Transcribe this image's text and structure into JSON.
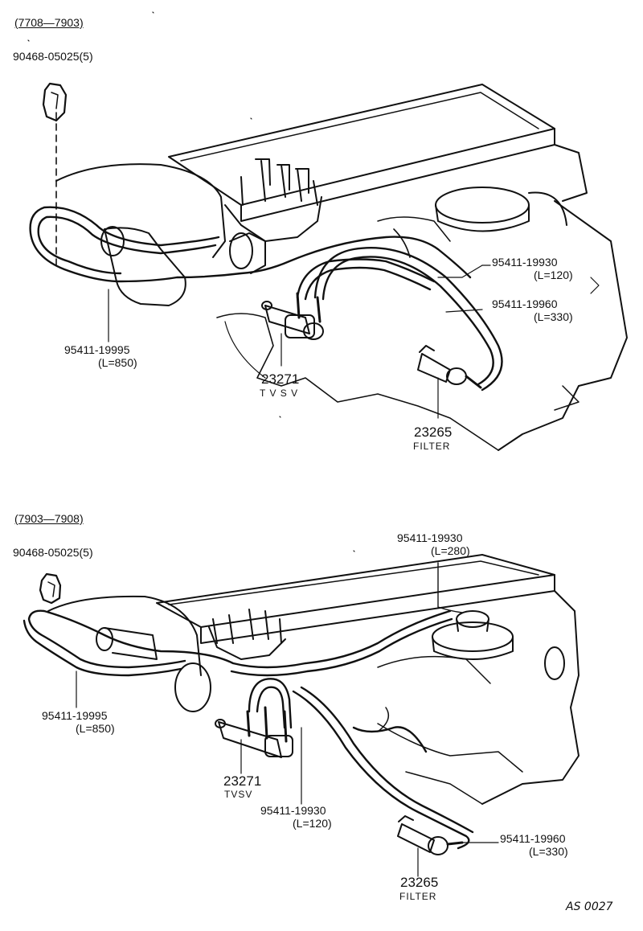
{
  "diagrams": [
    {
      "period": "(7708—7903)",
      "clip": "90468-05025(5)",
      "parts": [
        {
          "part_no": "95411-19930",
          "length": "(L=120)"
        },
        {
          "part_no": "95411-19960",
          "length": "(L=330)"
        },
        {
          "part_no": "95411-19995",
          "length": "(L=850)"
        },
        {
          "part_no": "23271",
          "name": "T V S V"
        },
        {
          "part_no": "23265",
          "name": "FILTER"
        }
      ]
    },
    {
      "period": "(7903—7908)",
      "clip": "90468-05025(5)",
      "parts": [
        {
          "part_no": "95411-19930",
          "length": "(L=280)"
        },
        {
          "part_no": "95411-19995",
          "length": "(L=850)"
        },
        {
          "part_no": "23271",
          "name": "TVSV"
        },
        {
          "part_no": "95411-19930",
          "length": "(L=120)"
        },
        {
          "part_no": "95411-19960",
          "length": "(L=330)"
        },
        {
          "part_no": "23265",
          "name": "FILTER"
        }
      ]
    }
  ],
  "drawing_code": "AS 0027",
  "colors": {
    "ink": "#111111",
    "paper": "#ffffff"
  }
}
